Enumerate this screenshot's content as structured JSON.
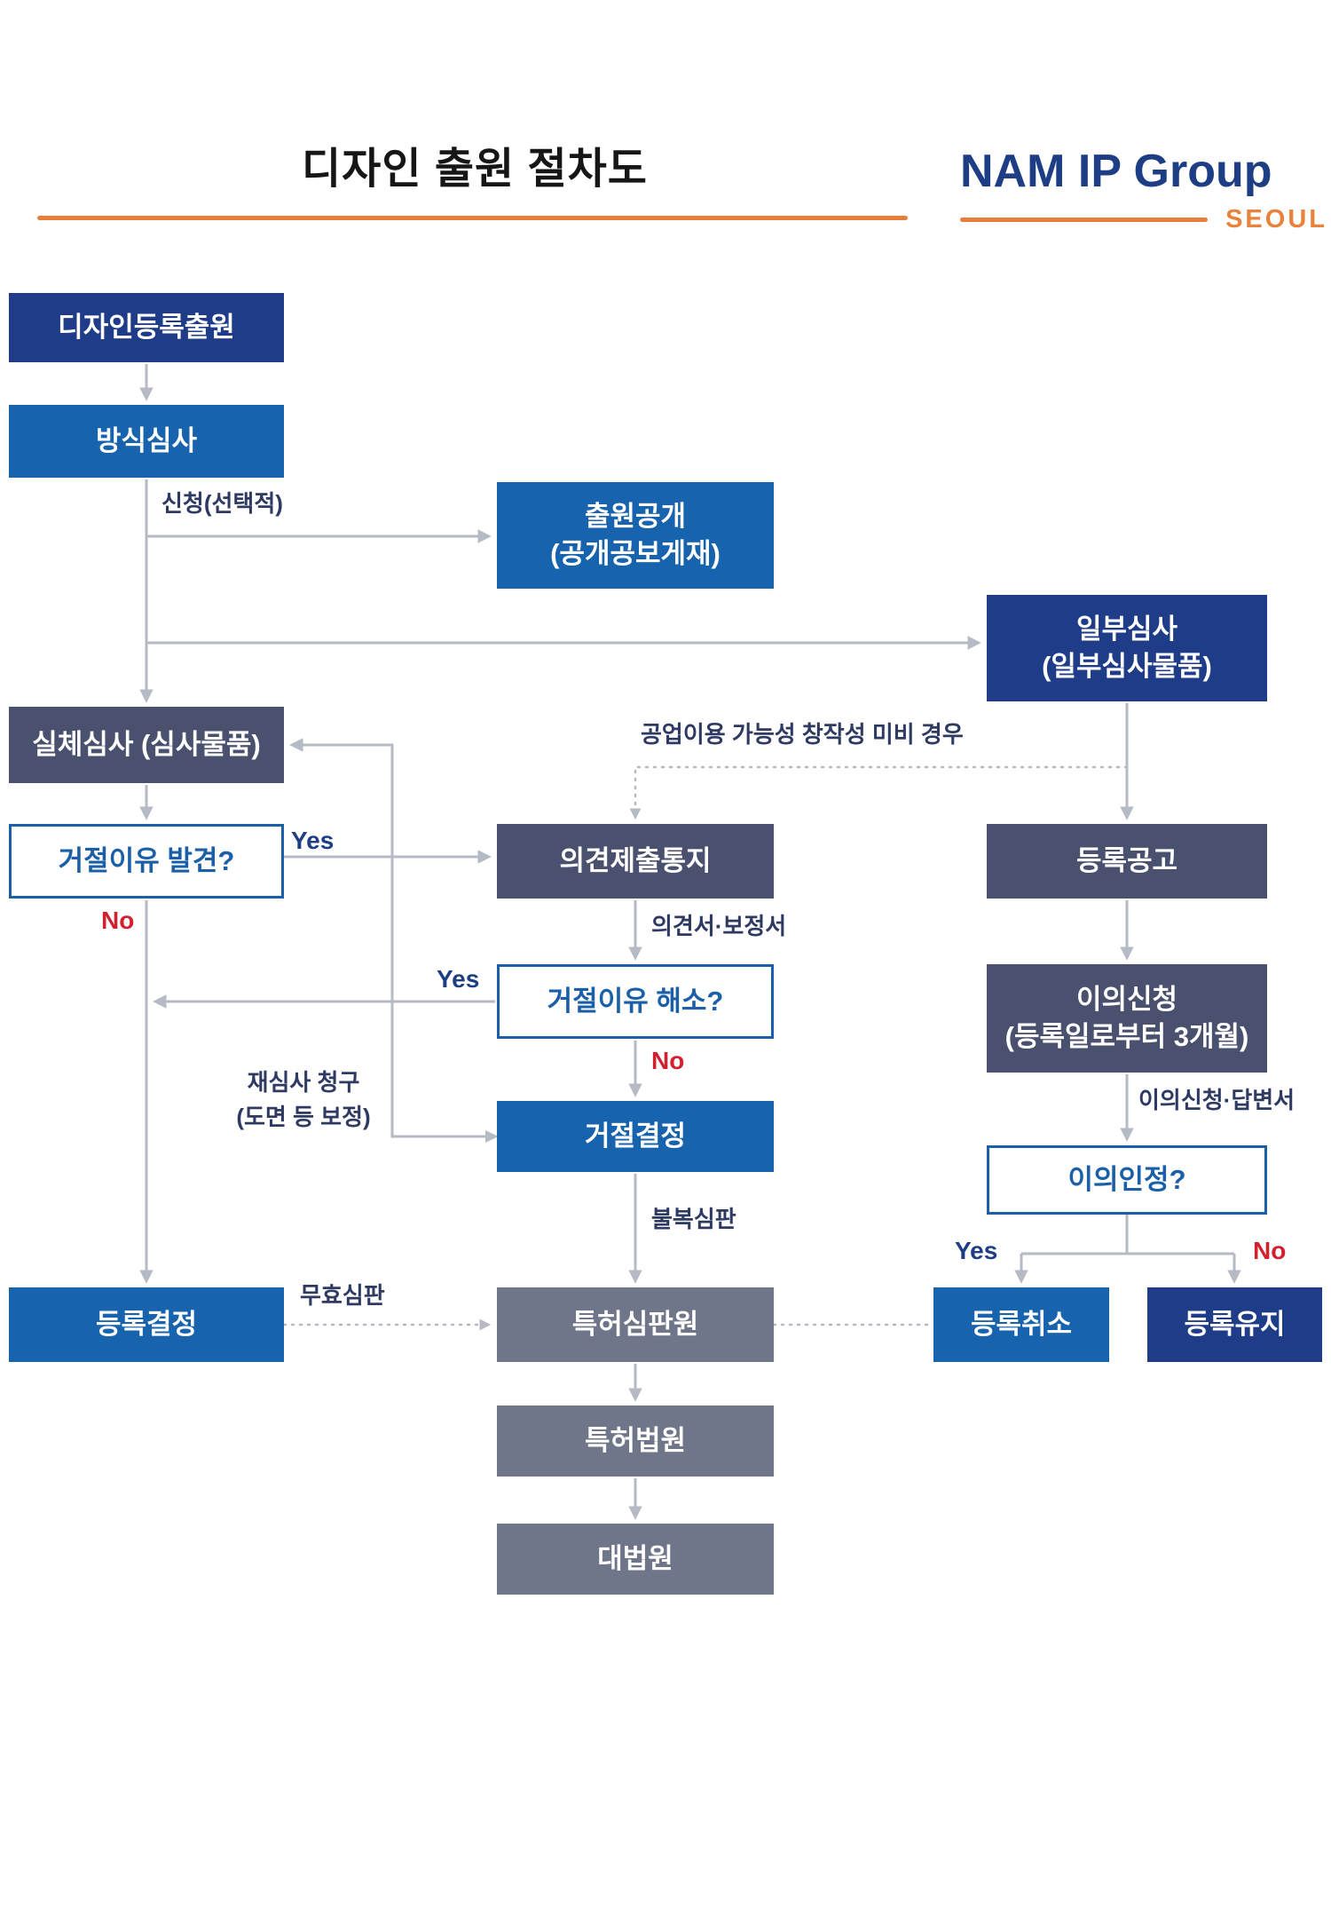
{
  "header": {
    "title": "디자인 출원 절차도",
    "brand": "NAM IP Group",
    "brand_sub": "SEOUL"
  },
  "nodes": {
    "design_application": {
      "label": "디자인등록출원"
    },
    "formality_exam": {
      "label": "방식심사"
    },
    "publication": {
      "line1": "출원공개",
      "line2": "(공개공보게재)"
    },
    "partial_exam": {
      "line1": "일부심사",
      "line2": "(일부심사물품)"
    },
    "substantive_exam": {
      "label": "실체심사 (심사물품)"
    },
    "rejection_found": {
      "label": "거절이유 발견?"
    },
    "opinion_notice": {
      "label": "의견제출통지"
    },
    "registration_publication": {
      "label": "등록공고"
    },
    "rejection_resolved": {
      "label": "거절이유 해소?"
    },
    "opposition": {
      "line1": "이의신청",
      "line2": "(등록일로부터 3개월)"
    },
    "rejection_decision": {
      "label": "거절결정"
    },
    "opposition_accepted": {
      "label": "이의인정?"
    },
    "registration_decision": {
      "label": "등록결정"
    },
    "ip_trial_board": {
      "label": "특허심판원"
    },
    "registration_cancel": {
      "label": "등록취소"
    },
    "registration_maintain": {
      "label": "등록유지"
    },
    "patent_court": {
      "label": "특허법원"
    },
    "supreme_court": {
      "label": "대법원"
    }
  },
  "edge_labels": {
    "optional_request": "신청(선택적)",
    "partial_defect": "공업이용 가능성 창작성 미비 경우",
    "opinion_amendment": "의견서·보정서",
    "reexam_line1": "재심사 청구",
    "reexam_line2": "(도면 등 보정)",
    "appeal_trial": "불복심판",
    "invalidation_trial": "무효심판",
    "opposition_reply": "이의신청·답변서",
    "yes_rejection_found": "Yes",
    "no_rejection_found": "No",
    "yes_resolved": "Yes",
    "no_resolved": "No",
    "yes_opposition": "Yes",
    "no_opposition": "No"
  },
  "colors": {
    "navy": "#1e3c87",
    "blue": "#1763ad",
    "slate": "#49516f",
    "gray": "#6f7689",
    "outline_blue": "#1a5fa8",
    "orange_accent": "#e87e3a",
    "brand_blue": "#1d3e85",
    "arrow_gray": "#b6bac4",
    "label_navy": "#2e3a62",
    "yes_blue": "#1d3e85",
    "no_red": "#d3202f"
  }
}
